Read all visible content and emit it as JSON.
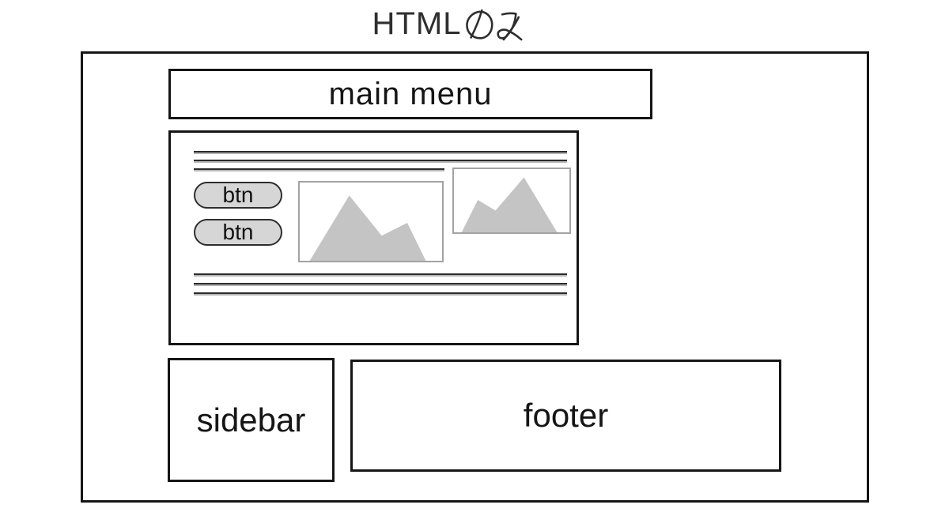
{
  "title": {
    "full": "HTMLのみ",
    "latin": "HTML",
    "kana": "のみ"
  },
  "colors": {
    "ink": "#151515",
    "box-border": "#151515",
    "line-dark": "#2b2b2b",
    "line-light": "#b5b5b5",
    "button-fill": "#d6d6d6",
    "button-border": "#2e2e2e",
    "image-border": "#a3a3a3",
    "mountain-fill": "#c4c4c4"
  },
  "wireframe": {
    "main_menu": {
      "label": "main menu"
    },
    "article": {
      "buttons": [
        {
          "label": "btn"
        },
        {
          "label": "btn"
        }
      ],
      "text_lines_top": 3,
      "text_lines_bottom": 3,
      "image_placeholders": 2
    },
    "sidebar": {
      "label": "sidebar"
    },
    "footer": {
      "label": "footer"
    }
  }
}
